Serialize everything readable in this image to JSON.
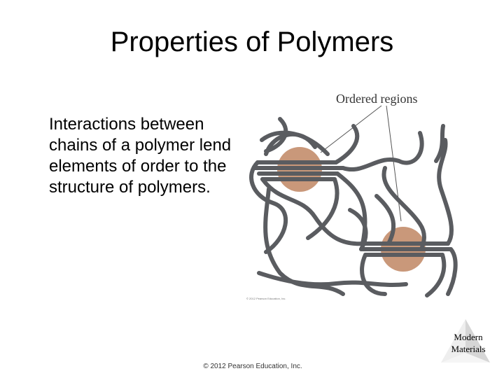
{
  "slide": {
    "title": "Properties of Polymers",
    "body": "Interactions between chains of a polymer lend elements of order to the structure of polymers.",
    "figure": {
      "label": "Ordered regions",
      "credit": "© 2012 Pearson Education, Inc.",
      "colors": {
        "chain": "#5a5c60",
        "region": "#c9987a"
      }
    },
    "nav": {
      "line1": "Modern",
      "line2": "Materials"
    },
    "footer": "© 2012 Pearson Education, Inc."
  }
}
